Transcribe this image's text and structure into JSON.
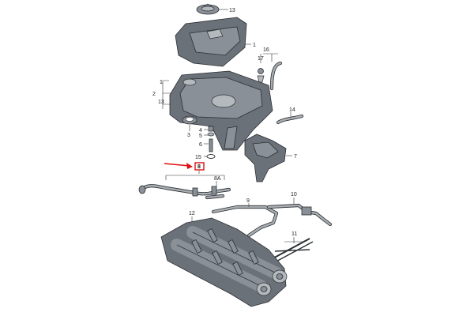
{
  "callouts": {
    "c1a": "1",
    "c1b": "1",
    "c2": "2",
    "c13a": "13",
    "c13b": "13",
    "c3": "3",
    "c4": "4",
    "c5": "5",
    "c6": "6",
    "c7": "7",
    "c8": "8",
    "c8a": "8A",
    "c9": "9",
    "c10": "10",
    "c11": "11",
    "c12": "12",
    "c14": "14",
    "c15": "15",
    "c16": "16",
    "c17": "17"
  },
  "colors": {
    "arrow": "#dd1111",
    "highlight_box": "#dd1111"
  }
}
